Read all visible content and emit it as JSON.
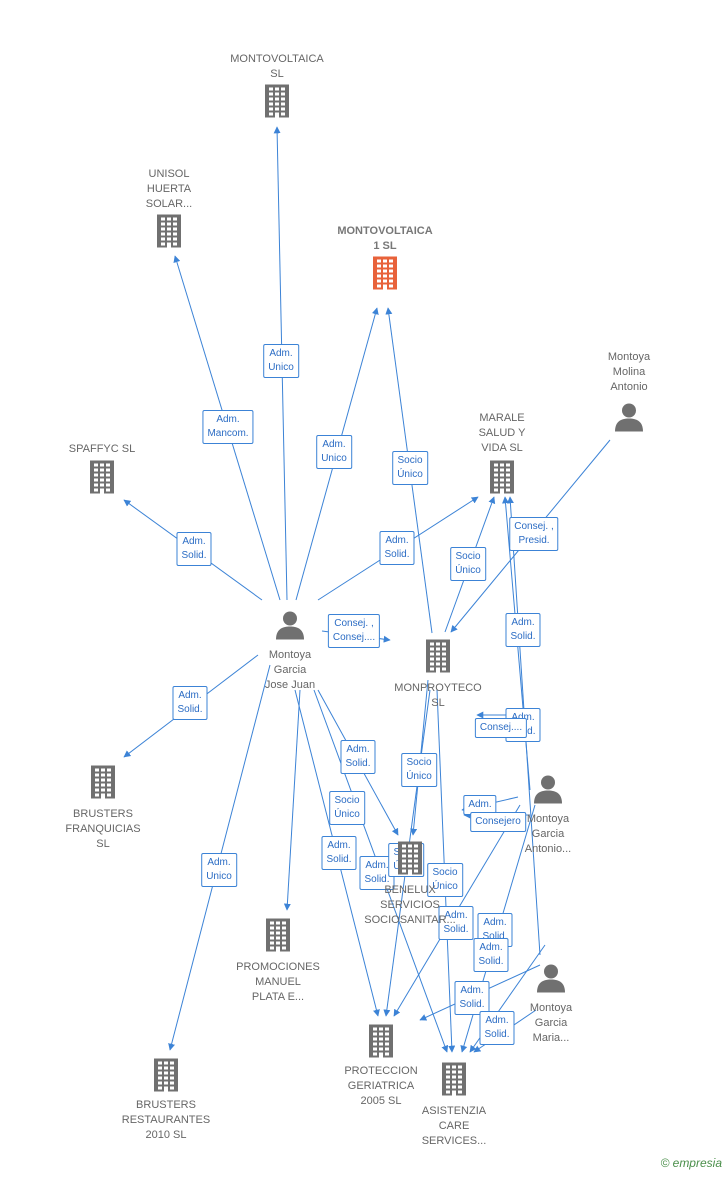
{
  "colors": {
    "edge": "#3c83d6",
    "company": "#707070",
    "focus_company": "#e8623a",
    "person": "#707070"
  },
  "nodes": [
    {
      "id": "montovoltaica_sl",
      "type": "company",
      "label": "MONTOVOLTAICA\nSL"
    },
    {
      "id": "unisol",
      "type": "company",
      "label": "UNISOL\nHUERTA\nSOLAR..."
    },
    {
      "id": "montovoltaica_1",
      "type": "company",
      "focus": true,
      "label": "MONTOVOLTAICA\n1  SL"
    },
    {
      "id": "molina",
      "type": "person",
      "label": "Montoya\nMolina\nAntonio"
    },
    {
      "id": "spaffyc",
      "type": "company",
      "label": "SPAFFYC  SL"
    },
    {
      "id": "marale",
      "type": "company",
      "label": "MARALE\nSALUD Y\nVIDA  SL"
    },
    {
      "id": "jose_juan",
      "type": "person",
      "label": "Montoya\nGarcia\nJose Juan"
    },
    {
      "id": "monproyteco",
      "type": "company",
      "label": "MONPROYTECO\nSL"
    },
    {
      "id": "brusters_fr",
      "type": "company",
      "label": "BRUSTERS\nFRANQUICIAS\nSL"
    },
    {
      "id": "garcia_antonio",
      "type": "person",
      "label": "Montoya\nGarcia\nAntonio..."
    },
    {
      "id": "benelux",
      "type": "company",
      "label": "BENELUX\nSERVICIOS\nSOCIOSANITAR..."
    },
    {
      "id": "promociones",
      "type": "company",
      "label": "PROMOCIONES\nMANUEL\nPLATA E..."
    },
    {
      "id": "garcia_maria",
      "type": "person",
      "label": "Montoya\nGarcia\nMaria..."
    },
    {
      "id": "proteccion",
      "type": "company",
      "label": "PROTECCION\nGERIATRICA\n2005 SL"
    },
    {
      "id": "brusters_rest",
      "type": "company",
      "label": "BRUSTERS\nRESTAURANTES\n2010 SL"
    },
    {
      "id": "asistenzia",
      "type": "company",
      "label": "ASISTENZIA\nCARE\nSERVICES..."
    }
  ],
  "edges": [
    {
      "from": "jose_juan",
      "to": "montovoltaica_sl",
      "label": "Adm.\nUnico"
    },
    {
      "from": "jose_juan",
      "to": "unisol",
      "label": "Adm.\nMancom."
    },
    {
      "from": "jose_juan",
      "to": "montovoltaica_1",
      "label": "Adm.\nUnico"
    },
    {
      "from": "monproyteco",
      "to": "montovoltaica_1",
      "label": "Socio\nÚnico"
    },
    {
      "from": "jose_juan",
      "to": "spaffyc",
      "label": "Adm.\nSolid."
    },
    {
      "from": "jose_juan",
      "to": "marale",
      "label": "Adm.\nSolid."
    },
    {
      "from": "molina",
      "to": "monproyteco",
      "label": "Consej. ,\nPresid."
    },
    {
      "from": "monproyteco",
      "to": "marale",
      "label": "Socio\nÚnico"
    },
    {
      "from": "jose_juan",
      "to": "monproyteco",
      "label": "Consej. ,\nConsej...."
    },
    {
      "from": "garcia_antonio",
      "to": "marale",
      "label": "Adm.\nSolid."
    },
    {
      "from": "garcia_maria",
      "to": "marale",
      "label": "Adm.\nSolid."
    },
    {
      "from": "garcia_antonio",
      "to": "monproyteco",
      "label": "Consej...."
    },
    {
      "from": "jose_juan",
      "to": "brusters_fr",
      "label": "Adm.\nSolid."
    },
    {
      "from": "jose_juan",
      "to": "benelux",
      "label": "Adm.\nSolid."
    },
    {
      "from": "monproyteco",
      "to": "benelux",
      "label": "Socio\nÚnico"
    },
    {
      "from": "jose_juan",
      "to": "promociones",
      "label": "Socio\nÚnico"
    },
    {
      "from": "garcia_antonio",
      "to": "benelux",
      "label": "Adm."
    },
    {
      "from": "garcia_antonio",
      "to": "benelux",
      "label": "Consejero"
    },
    {
      "from": "jose_juan",
      "to": "proteccion",
      "label": "Adm.\nSolid."
    },
    {
      "from": "jose_juan",
      "to": "asistenzia",
      "label": "Adm.\nSolid."
    },
    {
      "from": "monproyteco",
      "to": "proteccion",
      "label": "Socio\nÚnico"
    },
    {
      "from": "monproyteco",
      "to": "asistenzia",
      "label": "Socio\nÚnico"
    },
    {
      "from": "garcia_antonio",
      "to": "proteccion",
      "label": "Adm.\nSolid."
    },
    {
      "from": "garcia_maria",
      "to": "proteccion",
      "label": "Adm.\nSolid."
    },
    {
      "from": "garcia_antonio",
      "to": "asistenzia",
      "label": "Adm.\nSolid."
    },
    {
      "from": "garcia_maria",
      "to": "asistenzia",
      "label": "Adm.\nSolid."
    },
    {
      "from": "garcia_maria",
      "to": "asistenzia",
      "label": "Adm.\nSolid."
    },
    {
      "from": "jose_juan",
      "to": "brusters_rest",
      "label": "Adm.\nUnico"
    }
  ],
  "brand": {
    "copyright": "©",
    "name": "empresia"
  }
}
